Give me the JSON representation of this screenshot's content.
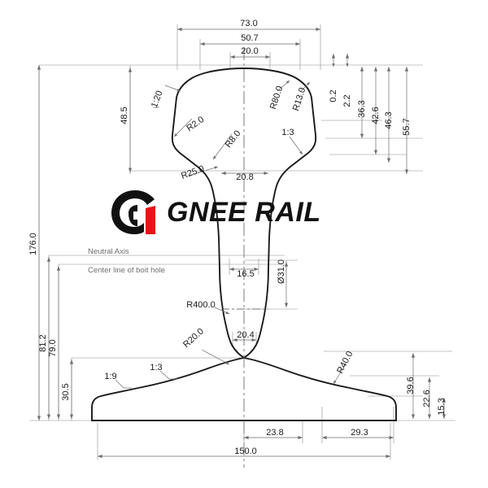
{
  "drawing": {
    "title": "Rail Cross-Section Profile Drawing",
    "units": "mm"
  },
  "logo": {
    "mark_name": "gnee-g1-logo-mark",
    "text": "GNEE RAIL",
    "black": "#111111",
    "red": "#e8131a"
  },
  "labels": {
    "neutral_axis": "Neutral Axis",
    "bolt_hole_centerline": "Center line of boit hole"
  },
  "dimensions": {
    "top": [
      {
        "name": "head-width-total",
        "value": "73.0"
      },
      {
        "name": "head-width-mid",
        "value": "50.7"
      },
      {
        "name": "head-crown-flat",
        "value": "20.0"
      }
    ],
    "left": [
      {
        "name": "overall-height",
        "value": "176.0"
      },
      {
        "name": "head-depth",
        "value": "48.5"
      },
      {
        "name": "neutral-axis-height",
        "value": "81.2"
      },
      {
        "name": "bolt-hole-centerline-height",
        "value": "79.0"
      },
      {
        "name": "foot-fillet-height",
        "value": "30.5"
      }
    ],
    "right": [
      {
        "name": "crown-offset-a",
        "value": "0.2"
      },
      {
        "name": "crown-offset-b",
        "value": "2.2"
      },
      {
        "name": "head-side-height-a",
        "value": "36.3"
      },
      {
        "name": "head-side-height-b",
        "value": "42.6"
      },
      {
        "name": "head-side-height-c",
        "value": "46.3"
      },
      {
        "name": "head-to-web-height",
        "value": "55.7"
      },
      {
        "name": "foot-edge-height",
        "value": "15.3"
      },
      {
        "name": "foot-height-mid",
        "value": "22.6"
      },
      {
        "name": "foot-height-outer",
        "value": "39.6"
      }
    ],
    "center": [
      {
        "name": "head-underside-width",
        "value": "20.8"
      },
      {
        "name": "web-thickness",
        "value": "16.5"
      },
      {
        "name": "web-lower-width",
        "value": "20.4"
      },
      {
        "name": "bolt-hole-diameter",
        "value": "Ø31.0"
      }
    ],
    "bottom": [
      {
        "name": "foot-half-inner",
        "value": "23.8"
      },
      {
        "name": "foot-half-outer",
        "value": "29.3"
      },
      {
        "name": "base-width",
        "value": "150.0"
      }
    ]
  },
  "radii": [
    {
      "name": "radius-head-corner",
      "value": "R2.0"
    },
    {
      "name": "radius-head-underside",
      "value": "R8.0"
    },
    {
      "name": "radius-head-fillet",
      "value": "R25.0"
    },
    {
      "name": "radius-crown-main",
      "value": "R80.0"
    },
    {
      "name": "radius-crown-edge",
      "value": "R13.0"
    },
    {
      "name": "radius-web-flank",
      "value": "R400.0"
    },
    {
      "name": "radius-web-foot-fillet",
      "value": "R20.0"
    },
    {
      "name": "radius-foot-top",
      "value": "R40.0"
    }
  ],
  "slopes": [
    {
      "name": "slope-head-side",
      "value": "1:20"
    },
    {
      "name": "slope-head-underside",
      "value": "1:3"
    },
    {
      "name": "slope-foot-top",
      "value": "1:3"
    },
    {
      "name": "slope-foot-outer",
      "value": "1:9"
    }
  ],
  "colors": {
    "outline": "#1a1a1a",
    "dimension_line": "#6e6e6e",
    "center_line": "#707070",
    "text": "#1a1a1a",
    "annotation_text": "#6e6e6e",
    "background": "#ffffff"
  }
}
